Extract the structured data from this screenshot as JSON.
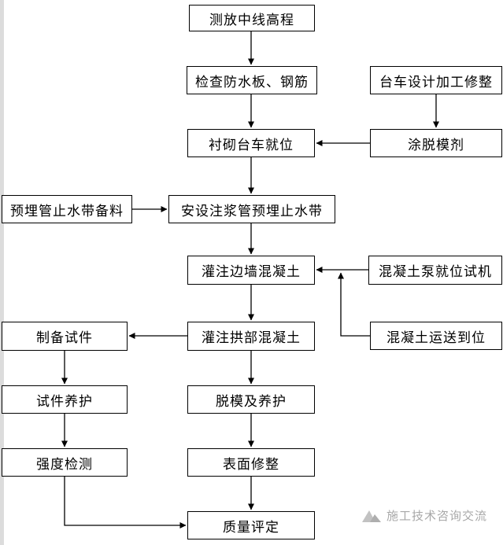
{
  "diagram": {
    "nodes": {
      "survey": "测放中线高程",
      "check": "检查防水板、钢筋",
      "trolley_design": "台车设计加工修整",
      "trolley_position": "衬砌台车就位",
      "release_agent": "涂脱模剂",
      "waterstop_prep": "预埋管止水带备料",
      "install_grout": "安设注浆管预埋止水带",
      "pour_wall": "灌注边墙混凝土",
      "pump_test": "混凝土泵就位试机",
      "concrete_delivery": "混凝土运送到位",
      "specimen_prep": "制备试件",
      "pour_arch": "灌注拱部混凝土",
      "specimen_cure": "试件养护",
      "demold_cure": "脱模及养护",
      "strength_test": "强度检测",
      "surface_finish": "表面修整",
      "quality_eval": "质量评定"
    },
    "edges": [
      [
        "survey",
        "check"
      ],
      [
        "check",
        "trolley_position"
      ],
      [
        "trolley_design",
        "release_agent"
      ],
      [
        "release_agent",
        "trolley_position"
      ],
      [
        "trolley_position",
        "install_grout"
      ],
      [
        "waterstop_prep",
        "install_grout"
      ],
      [
        "install_grout",
        "pour_wall"
      ],
      [
        "pump_test",
        "pour_wall"
      ],
      [
        "concrete_delivery",
        "pour_wall"
      ],
      [
        "pour_wall",
        "pour_arch"
      ],
      [
        "pour_arch",
        "specimen_prep"
      ],
      [
        "pour_arch",
        "demold_cure"
      ],
      [
        "specimen_prep",
        "specimen_cure"
      ],
      [
        "specimen_cure",
        "strength_test"
      ],
      [
        "strength_test",
        "quality_eval"
      ],
      [
        "demold_cure",
        "surface_finish"
      ],
      [
        "surface_finish",
        "quality_eval"
      ]
    ],
    "colors": {
      "line": "#000000",
      "watermark": "#a8a8a8"
    },
    "watermark": {
      "text": "施工技术咨询交流"
    }
  }
}
